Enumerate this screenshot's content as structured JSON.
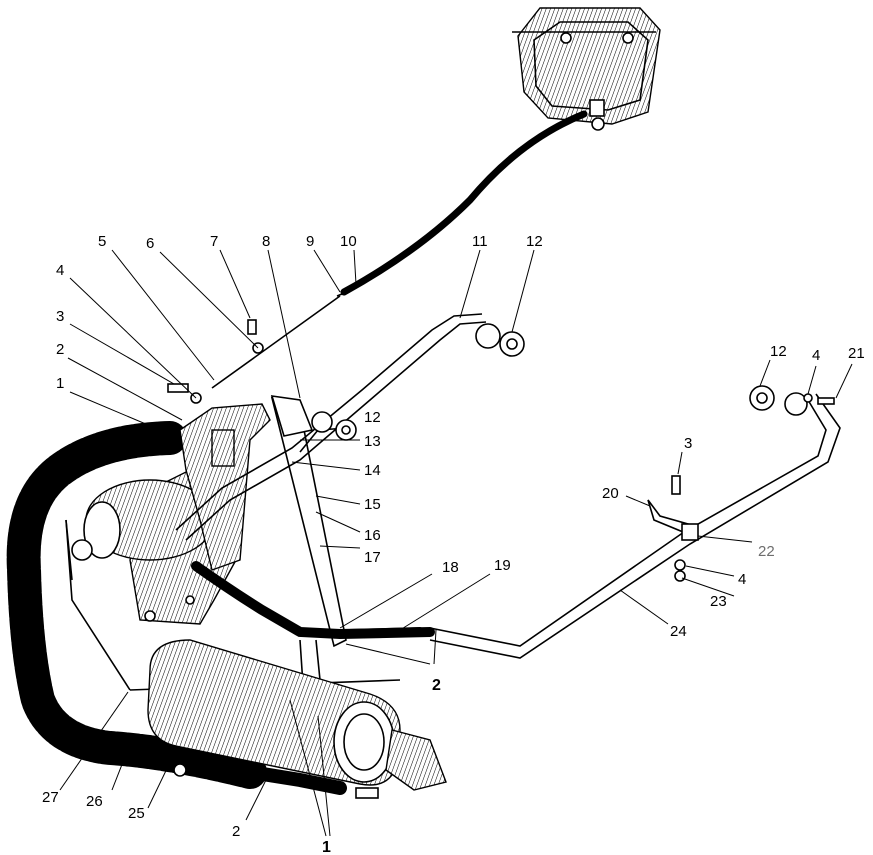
{
  "colors": {
    "line": "#000000",
    "background": "#ffffff",
    "callout_gray": "#6e6e6e"
  },
  "callouts": {
    "c1a": "1",
    "c1b": "1",
    "c2a": "2",
    "c2b": "2",
    "c2c": "2",
    "c3a": "3",
    "c3b": "3",
    "c4a": "4",
    "c4b": "4",
    "c4c": "4",
    "c5": "5",
    "c6": "6",
    "c7": "7",
    "c8": "8",
    "c9": "9",
    "c10": "10",
    "c11": "11",
    "c12a": "12",
    "c12b": "12",
    "c12c": "12",
    "c13": "13",
    "c14": "14",
    "c15": "15",
    "c16": "16",
    "c17": "17",
    "c18": "18",
    "c19": "19",
    "c20": "20",
    "c21": "21",
    "c22": "22",
    "c23": "23",
    "c24": "24",
    "c25": "25",
    "c26": "26",
    "c27": "27"
  }
}
